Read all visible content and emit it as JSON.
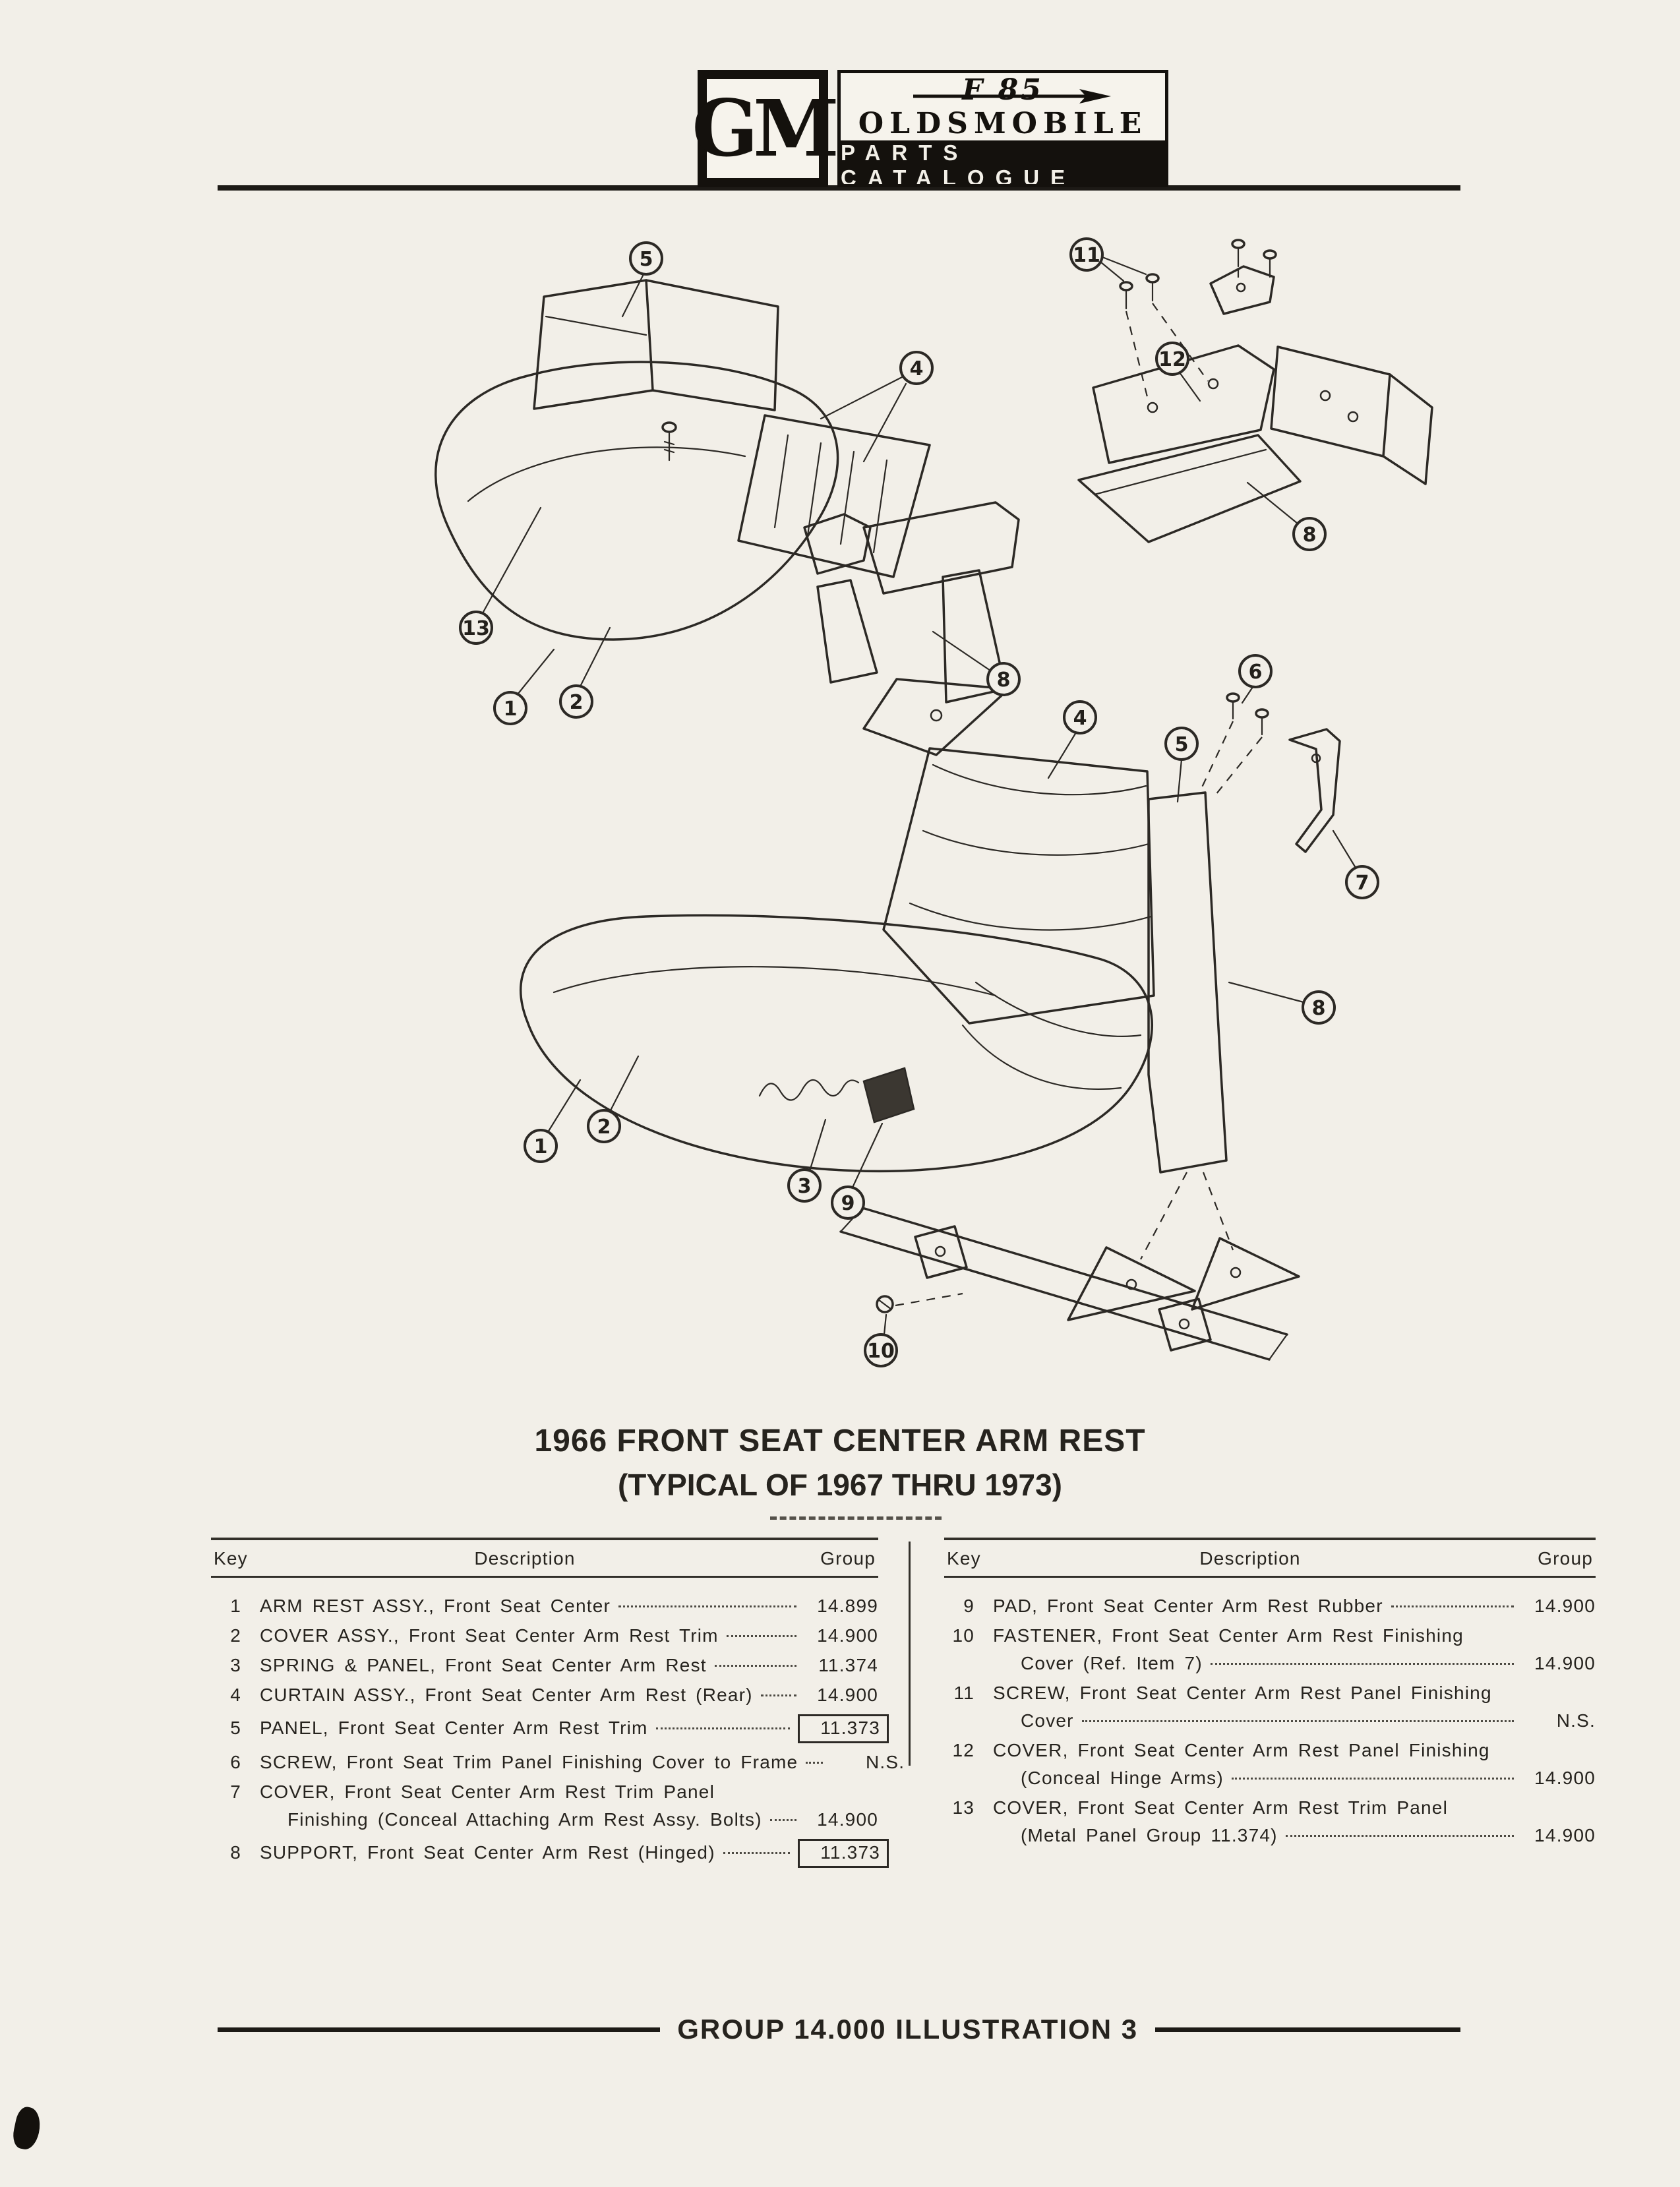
{
  "header": {
    "gm": "GM",
    "model": "F 85",
    "make": "OLDSMOBILE",
    "catalogue": "PARTS CATALOGUE"
  },
  "title": {
    "line1": "1966 FRONT SEAT CENTER ARM REST",
    "line2": "(TYPICAL OF 1967 THRU 1973)"
  },
  "callouts": {
    "diagram1": [
      "5",
      "4",
      "13",
      "1",
      "2",
      "8"
    ],
    "diagram2": [
      "11",
      "12",
      "8"
    ],
    "diagram3": [
      "4",
      "5",
      "6",
      "7",
      "8",
      "1",
      "2",
      "3",
      "9",
      "10"
    ]
  },
  "table": {
    "left": {
      "headers": {
        "key": "Key",
        "description": "Description",
        "group": "Group"
      },
      "rows": [
        {
          "key": "1",
          "line1": "ARM REST ASSY., Front Seat Center",
          "group": "14.899"
        },
        {
          "key": "2",
          "line1": "COVER ASSY., Front Seat Center Arm Rest Trim",
          "group": "14.900"
        },
        {
          "key": "3",
          "line1": "SPRING & PANEL, Front Seat Center Arm Rest",
          "group": "11.374"
        },
        {
          "key": "4",
          "line1": "CURTAIN ASSY., Front Seat Center Arm Rest (Rear)",
          "group": "14.900"
        },
        {
          "key": "5",
          "line1": "PANEL, Front Seat Center Arm Rest Trim",
          "group": "11.373",
          "boxed": true
        },
        {
          "key": "6",
          "line1": "SCREW, Front Seat Trim Panel Finishing Cover to Frame",
          "group": "N.S."
        },
        {
          "key": "7",
          "line1": "COVER, Front Seat Center Arm Rest Trim Panel",
          "line2": "Finishing (Conceal Attaching Arm Rest Assy. Bolts)",
          "group": "14.900"
        },
        {
          "key": "8",
          "line1": "SUPPORT, Front Seat Center Arm Rest (Hinged)",
          "group": "11.373",
          "boxed": true
        }
      ]
    },
    "right": {
      "headers": {
        "key": "Key",
        "description": "Description",
        "group": "Group"
      },
      "rows": [
        {
          "key": "9",
          "line1": "PAD, Front Seat Center Arm Rest Rubber",
          "group": "14.900"
        },
        {
          "key": "10",
          "line1": "FASTENER, Front Seat Center Arm Rest Finishing",
          "line2": "Cover (Ref. Item 7)",
          "group": "14.900"
        },
        {
          "key": "11",
          "line1": "SCREW, Front Seat Center Arm Rest Panel Finishing",
          "line2": "Cover",
          "group": "N.S."
        },
        {
          "key": "12",
          "line1": "COVER, Front Seat Center Arm Rest Panel Finishing",
          "line2": "(Conceal Hinge Arms)",
          "group": "14.900"
        },
        {
          "key": "13",
          "line1": "COVER, Front Seat Center Arm Rest Trim Panel",
          "line2": "(Metal Panel Group 11.374)",
          "group": "14.900"
        }
      ]
    }
  },
  "footer": {
    "text": "GROUP 14.000 ILLUSTRATION 3"
  },
  "colors": {
    "ink": "#2c2925",
    "paper": "#f2efe8",
    "bar": "#14110d"
  }
}
